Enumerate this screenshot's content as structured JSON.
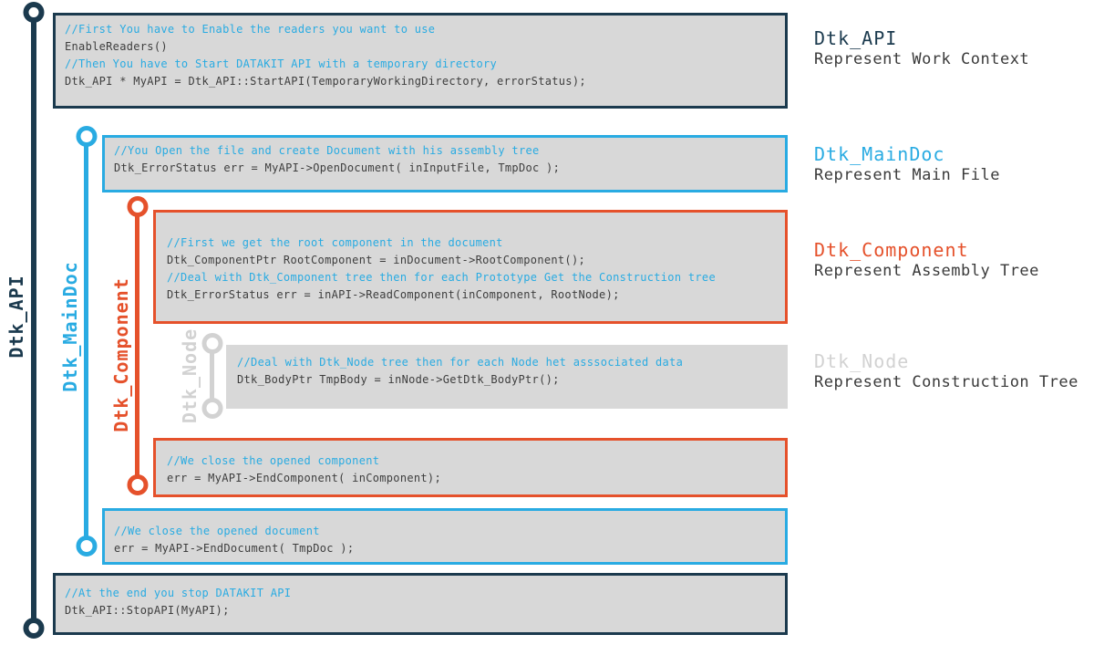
{
  "colors": {
    "navy": "#1B3A4E",
    "cyan": "#29ABE2",
    "orange": "#E5512B",
    "light_gray": "#D2D2D2",
    "block_background": "#D8D8D8",
    "code_text": "#3E3E3E"
  },
  "rails": [
    {
      "id": "api",
      "label": "Dtk_API"
    },
    {
      "id": "maindoc",
      "label": "Dtk_MainDoc"
    },
    {
      "id": "component",
      "label": "Dtk_Component"
    },
    {
      "id": "node",
      "label": "Dtk_Node"
    }
  ],
  "blocks": [
    {
      "name": "start-api",
      "lines": [
        {
          "type": "comment",
          "text": "//First You have to Enable the readers you want to use"
        },
        {
          "type": "code",
          "text": "EnableReaders()"
        },
        {
          "type": "comment",
          "text": "//Then You have to Start DATAKIT API with a temporary directory"
        },
        {
          "type": "code",
          "text": "Dtk_API * MyAPI = Dtk_API::StartAPI(TemporaryWorkingDirectory, errorStatus);"
        }
      ]
    },
    {
      "name": "open-document",
      "lines": [
        {
          "type": "comment",
          "text": "//You Open the file and create Document with his assembly tree"
        },
        {
          "type": "code",
          "text": "Dtk_ErrorStatus err = MyAPI->OpenDocument( inInputFile, TmpDoc );"
        }
      ]
    },
    {
      "name": "read-component",
      "lines": [
        {
          "type": "comment",
          "text": "//First we get the root component in the document"
        },
        {
          "type": "code",
          "text": "Dtk_ComponentPtr RootComponent = inDocument->RootComponent();"
        },
        {
          "type": "comment",
          "text": "//Deal with Dtk_Component tree then for each Prototype Get the Construction tree"
        },
        {
          "type": "code",
          "text": "Dtk_ErrorStatus err = inAPI->ReadComponent(inComponent, RootNode);"
        }
      ]
    },
    {
      "name": "node-data",
      "lines": [
        {
          "type": "comment",
          "text": "//Deal with Dtk_Node tree then for each Node het asssociated data"
        },
        {
          "type": "code",
          "text": "Dtk_BodyPtr TmpBody = inNode->GetDtk_BodyPtr();"
        }
      ]
    },
    {
      "name": "end-component",
      "lines": [
        {
          "type": "comment",
          "text": "//We close the opened component"
        },
        {
          "type": "code",
          "text": "err = MyAPI->EndComponent( inComponent);"
        }
      ]
    },
    {
      "name": "end-document",
      "lines": [
        {
          "type": "comment",
          "text": "//We close the opened document"
        },
        {
          "type": "code",
          "text": "err = MyAPI->EndDocument( TmpDoc );"
        }
      ]
    },
    {
      "name": "stop-api",
      "lines": [
        {
          "type": "comment",
          "text": "//At the end you stop DATAKIT API"
        },
        {
          "type": "code",
          "text": "Dtk_API::StopAPI(MyAPI);"
        }
      ]
    }
  ],
  "legend": [
    {
      "title": "Dtk_API",
      "subtitle": "Represent Work Context"
    },
    {
      "title": "Dtk_MainDoc",
      "subtitle": "Represent Main File"
    },
    {
      "title": "Dtk_Component",
      "subtitle": "Represent Assembly Tree"
    },
    {
      "title": "Dtk_Node",
      "subtitle": "Represent Construction Tree"
    }
  ]
}
